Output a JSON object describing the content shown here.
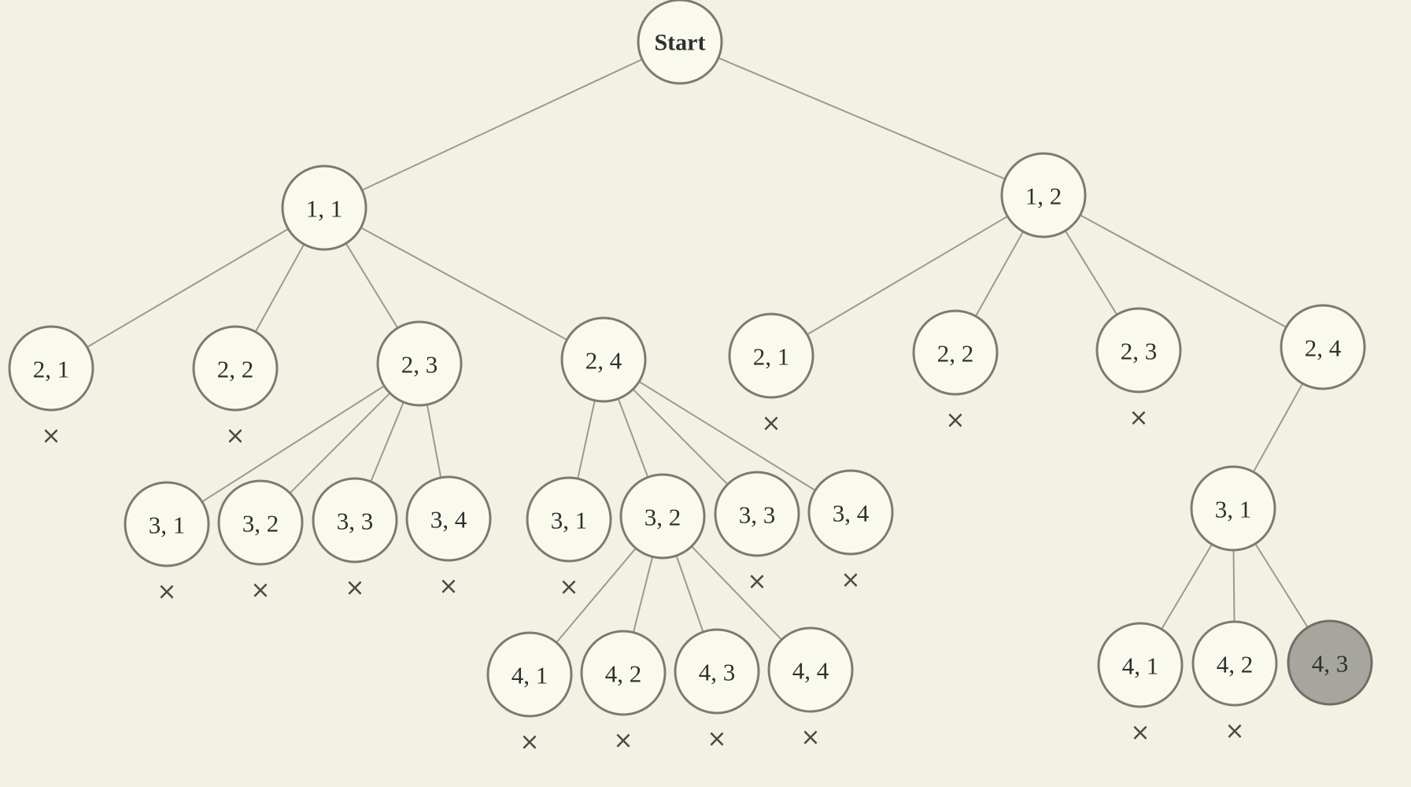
{
  "tree": {
    "root": {
      "id": "start",
      "label": "Start",
      "children": [
        {
          "id": "a11",
          "label": "1, 1",
          "children": [
            {
              "id": "a11-21",
              "label": "2, 1",
              "pruned": true,
              "children": []
            },
            {
              "id": "a11-22",
              "label": "2, 2",
              "pruned": true,
              "children": []
            },
            {
              "id": "a11-23",
              "label": "2, 3",
              "children": [
                {
                  "id": "a11-23-31",
                  "label": "3, 1",
                  "pruned": true,
                  "children": []
                },
                {
                  "id": "a11-23-32",
                  "label": "3, 2",
                  "pruned": true,
                  "children": []
                },
                {
                  "id": "a11-23-33",
                  "label": "3, 3",
                  "pruned": true,
                  "children": []
                },
                {
                  "id": "a11-23-34",
                  "label": "3, 4",
                  "pruned": true,
                  "children": []
                }
              ]
            },
            {
              "id": "a11-24",
              "label": "2, 4",
              "children": [
                {
                  "id": "a11-24-31",
                  "label": "3, 1",
                  "pruned": true,
                  "children": []
                },
                {
                  "id": "a11-24-32",
                  "label": "3, 2",
                  "children": [
                    {
                      "id": "a11-24-32-41",
                      "label": "4, 1",
                      "pruned": true,
                      "children": []
                    },
                    {
                      "id": "a11-24-32-42",
                      "label": "4, 2",
                      "pruned": true,
                      "children": []
                    },
                    {
                      "id": "a11-24-32-43",
                      "label": "4, 3",
                      "pruned": true,
                      "children": []
                    },
                    {
                      "id": "a11-24-32-44",
                      "label": "4, 4",
                      "pruned": true,
                      "children": []
                    }
                  ]
                },
                {
                  "id": "a11-24-33",
                  "label": "3, 3",
                  "pruned": true,
                  "children": []
                },
                {
                  "id": "a11-24-34",
                  "label": "3, 4",
                  "pruned": true,
                  "children": []
                }
              ]
            }
          ]
        },
        {
          "id": "a12",
          "label": "1, 2",
          "children": [
            {
              "id": "a12-21",
              "label": "2, 1",
              "pruned": true,
              "children": []
            },
            {
              "id": "a12-22",
              "label": "2, 2",
              "pruned": true,
              "children": []
            },
            {
              "id": "a12-23",
              "label": "2, 3",
              "pruned": true,
              "children": []
            },
            {
              "id": "a12-24",
              "label": "2, 4",
              "children": [
                {
                  "id": "a12-24-31",
                  "label": "3, 1",
                  "children": [
                    {
                      "id": "a12-24-31-41",
                      "label": "4, 1",
                      "pruned": true,
                      "children": []
                    },
                    {
                      "id": "a12-24-31-42",
                      "label": "4, 2",
                      "pruned": true,
                      "children": []
                    },
                    {
                      "id": "a12-24-31-43",
                      "label": "4, 3",
                      "solution": true,
                      "children": []
                    }
                  ]
                }
              ]
            }
          ]
        }
      ]
    },
    "prune_symbol": "×",
    "colors": {
      "background": "#f3f1e3",
      "node_fill": "#faf9ee",
      "node_stroke": "#7b7b72",
      "edge": "#9a9a92",
      "solution_fill": "#a6a69f"
    }
  }
}
